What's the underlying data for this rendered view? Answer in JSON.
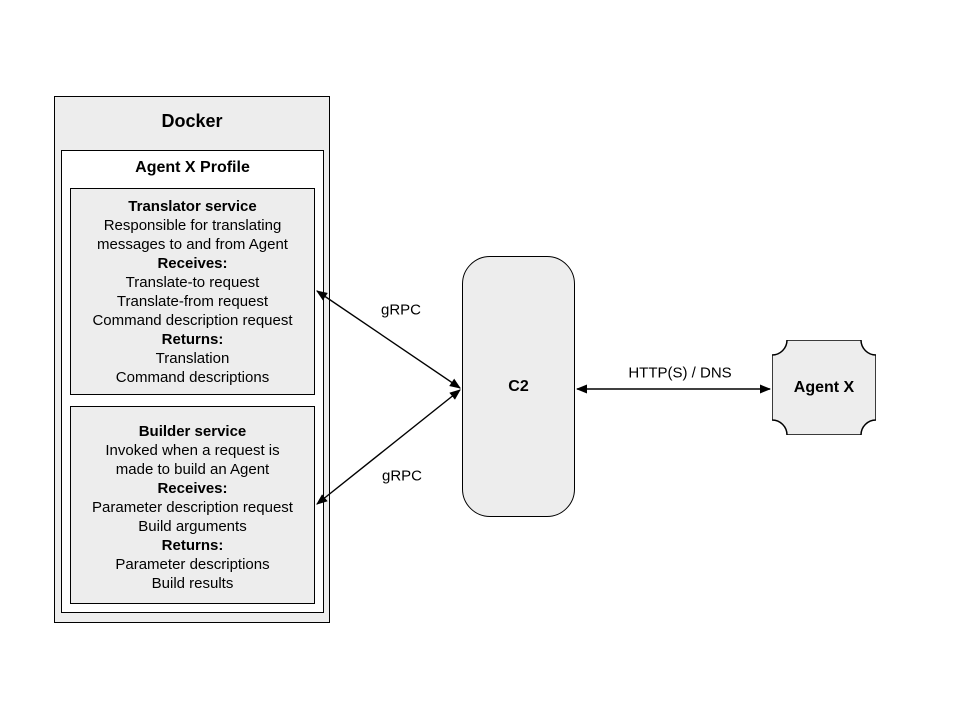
{
  "colors": {
    "background": "#ffffff",
    "box_fill": "#ededed",
    "border": "#000000",
    "text": "#000000"
  },
  "docker": {
    "title": "Docker"
  },
  "profile": {
    "title": "Agent X Profile"
  },
  "translator": {
    "lines": [
      {
        "text": "Translator service",
        "bold": true
      },
      {
        "text": "Responsible for translating",
        "bold": false
      },
      {
        "text": "messages to and from Agent",
        "bold": false
      },
      {
        "text": "Receives:",
        "bold": true
      },
      {
        "text": "Translate-to request",
        "bold": false
      },
      {
        "text": "Translate-from request",
        "bold": false
      },
      {
        "text": "Command description request",
        "bold": false
      },
      {
        "text": "Returns:",
        "bold": true
      },
      {
        "text": "Translation",
        "bold": false
      },
      {
        "text": "Command descriptions",
        "bold": false
      }
    ]
  },
  "builder": {
    "lines": [
      {
        "text": "Builder service",
        "bold": true
      },
      {
        "text": "Invoked when a request is",
        "bold": false
      },
      {
        "text": "made to build an Agent",
        "bold": false
      },
      {
        "text": "Receives:",
        "bold": true
      },
      {
        "text": "Parameter description request",
        "bold": false
      },
      {
        "text": "Build arguments",
        "bold": false
      },
      {
        "text": "Returns:",
        "bold": true
      },
      {
        "text": "Parameter descriptions",
        "bold": false
      },
      {
        "text": "Build results",
        "bold": false
      }
    ]
  },
  "c2": {
    "label": "C2"
  },
  "agent_x": {
    "label": "Agent X"
  },
  "edges": {
    "translator_c2": {
      "label": "gRPC"
    },
    "builder_c2": {
      "label": "gRPC"
    },
    "c2_agent": {
      "label": "HTTP(S) / DNS"
    }
  }
}
